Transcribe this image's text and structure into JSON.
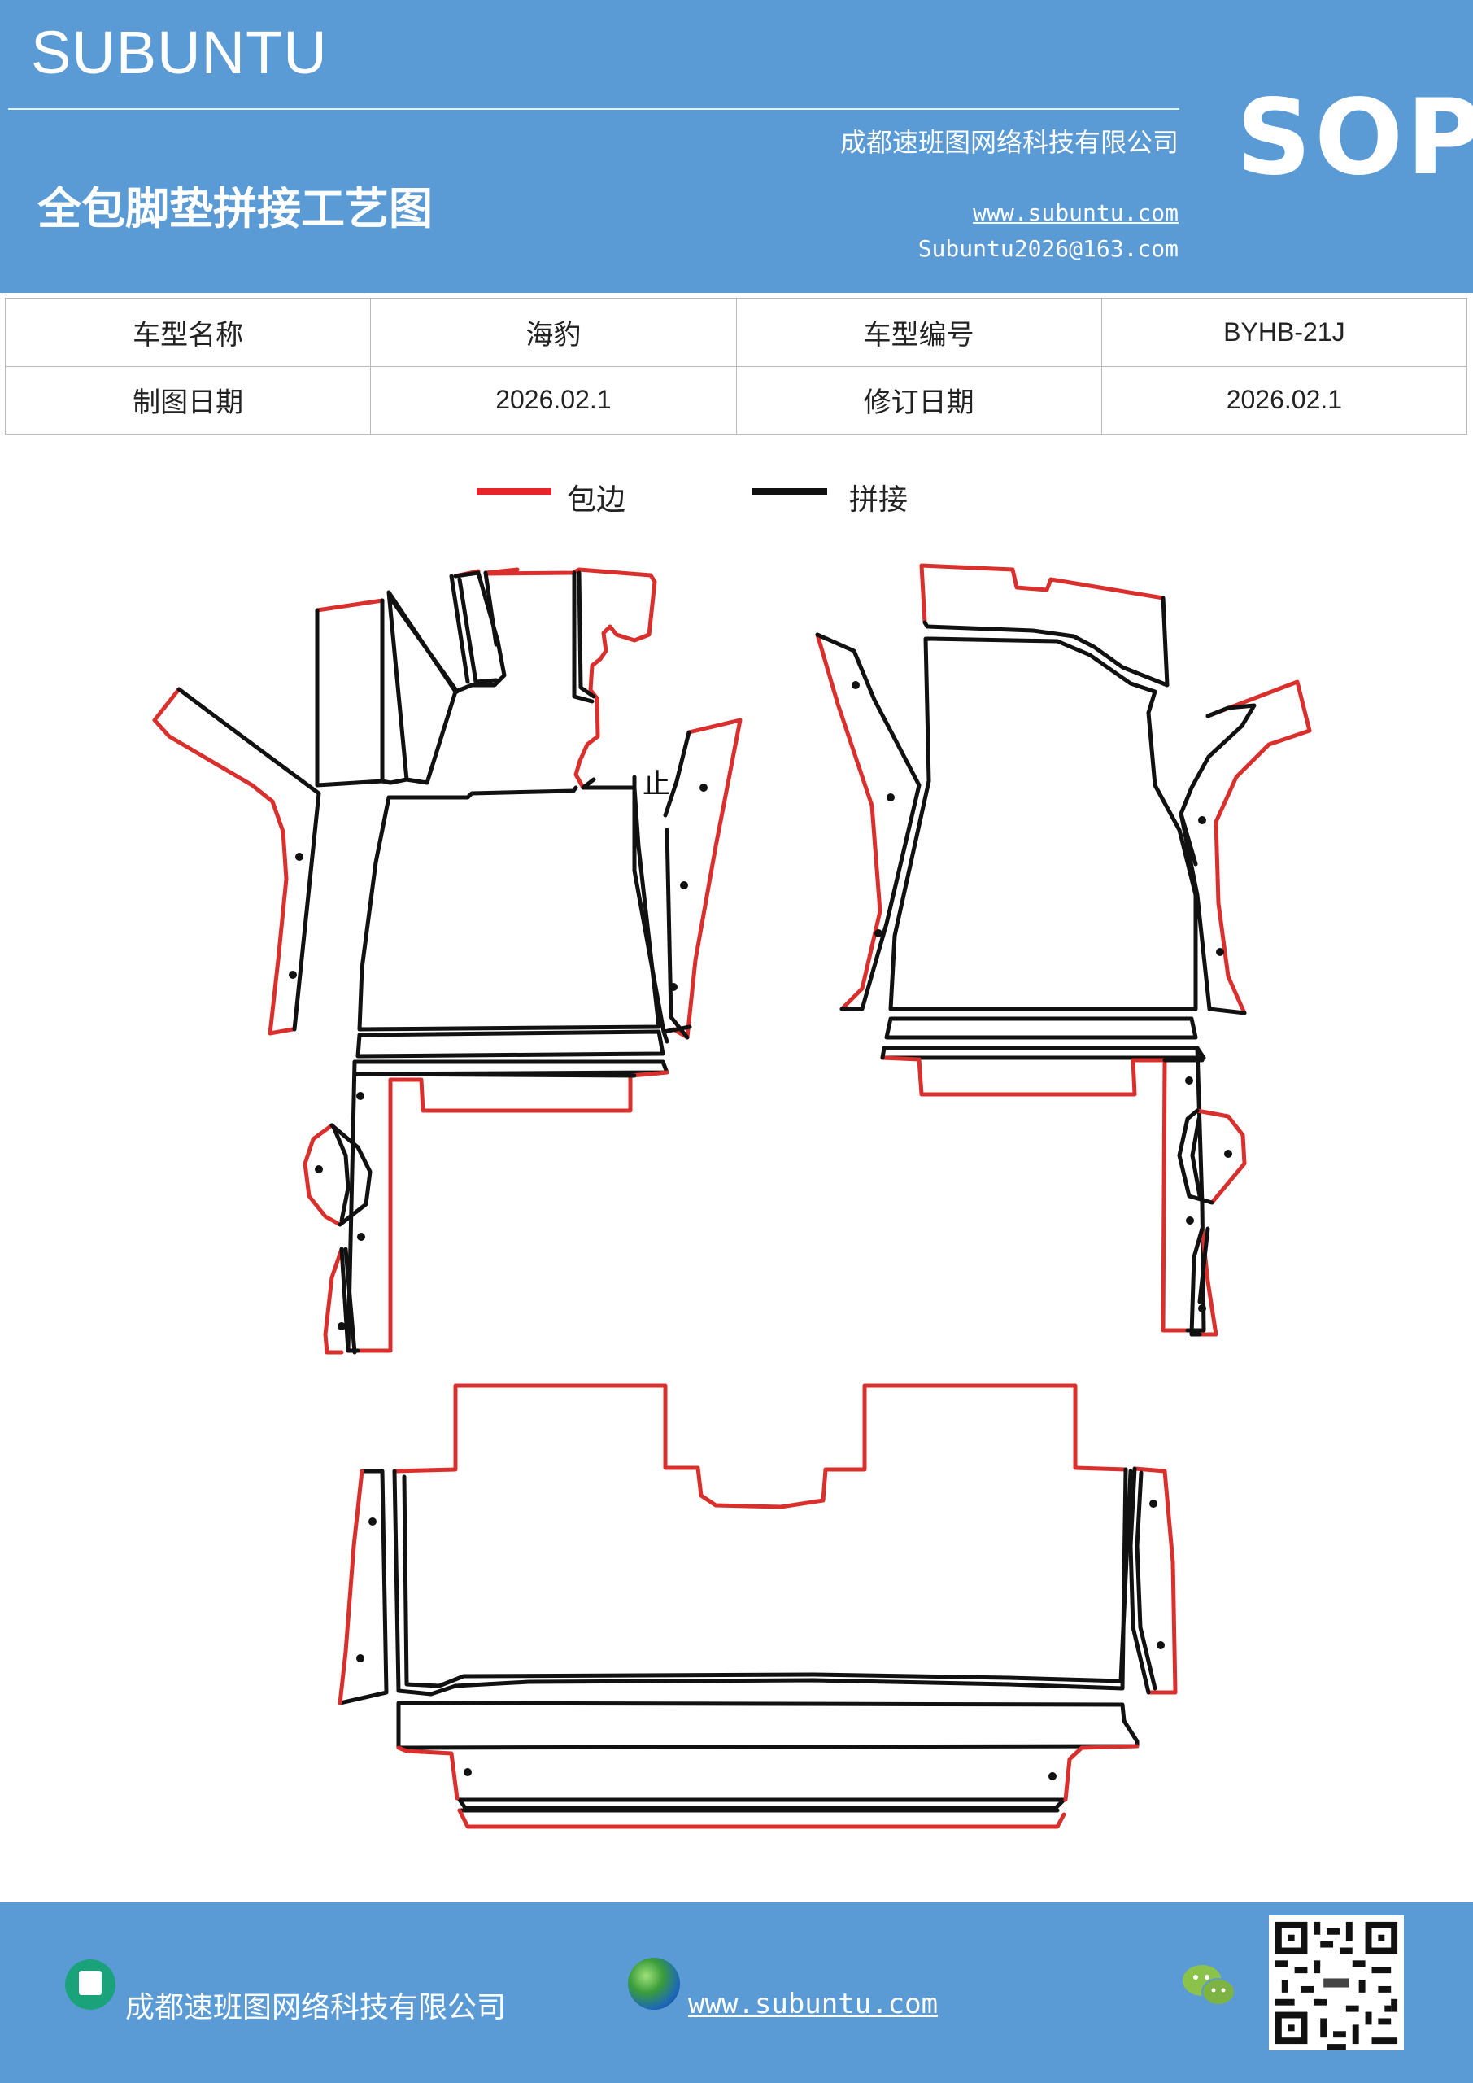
{
  "header": {
    "brand": "SUBUNTU",
    "badge": "SOP",
    "company": "成都速班图网络科技有限公司",
    "title": "全包脚垫拼接工艺图",
    "website": "www.subuntu.com",
    "email": "Subuntu2026@163.com"
  },
  "info_table": {
    "rows": [
      [
        "车型名称",
        "海豹",
        "车型编号",
        "BYHB-21J"
      ],
      [
        "制图日期",
        "2026.02.1",
        "修订日期",
        "2026.02.1"
      ]
    ]
  },
  "legend": {
    "items": [
      {
        "label": "包边",
        "color": "#e8232a"
      },
      {
        "label": "拼接",
        "color": "#111111"
      }
    ]
  },
  "diagram": {
    "note": "止",
    "edge_color": "#d9302e",
    "seam_color": "#111111"
  },
  "footer": {
    "company": "成都速班图网络科技有限公司",
    "website": "www.subuntu.com",
    "icons": [
      "building-icon",
      "globe-icon",
      "wechat-icon",
      "qr-code"
    ]
  }
}
